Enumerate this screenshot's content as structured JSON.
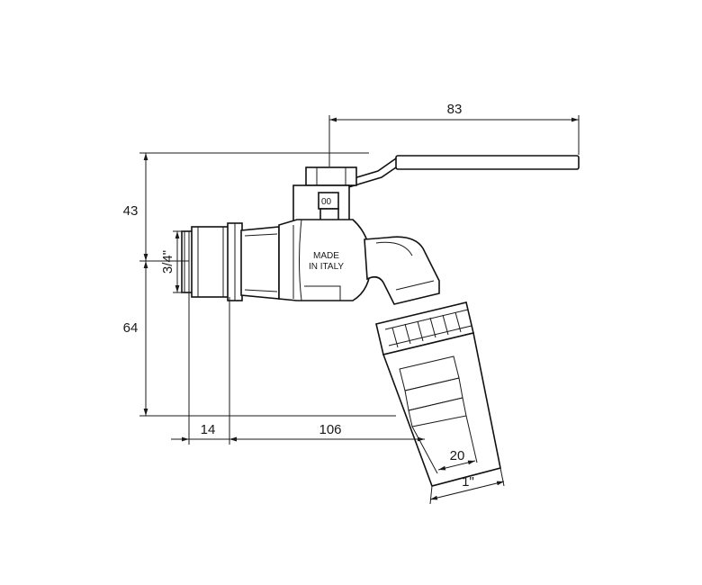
{
  "dimensions": {
    "handle_length": "83",
    "height_above": "43",
    "height_below": "64",
    "thread_inlet": "3/4\"",
    "thread_length": "14",
    "body_length": "106",
    "hose_tail": "20",
    "outlet_thread": "1\""
  },
  "stamp": {
    "line1": "MADE",
    "line2": "IN ITALY",
    "nut_mark": "00"
  },
  "colors": {
    "line": "#1a1a1a",
    "background": "#ffffff"
  }
}
